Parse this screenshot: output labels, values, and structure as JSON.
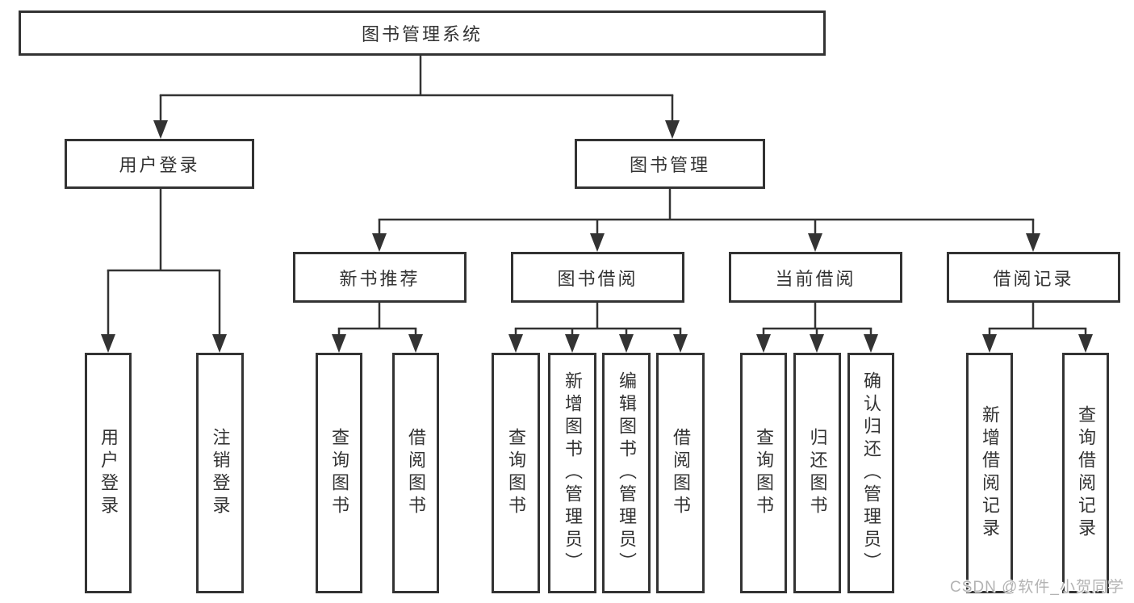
{
  "diagram": {
    "title": "图书管理系统",
    "level2": [
      {
        "label": "用户登录"
      },
      {
        "label": "图书管理"
      }
    ],
    "level3": [
      {
        "label": "新书推荐"
      },
      {
        "label": "图书借阅"
      },
      {
        "label": "当前借阅"
      },
      {
        "label": "借阅记录"
      }
    ],
    "level4": {
      "user_login": [
        {
          "label": "用户登录"
        },
        {
          "label": "注销登录"
        }
      ],
      "new_books": [
        {
          "label": "查询图书"
        },
        {
          "label": "借阅图书"
        }
      ],
      "book_borrow": [
        {
          "label": "查询图书"
        },
        {
          "label": "新增图书（管理员）"
        },
        {
          "label": "编辑图书（管理员）"
        },
        {
          "label": "借阅图书"
        }
      ],
      "current_borrow": [
        {
          "label": "查询图书"
        },
        {
          "label": "归还图书"
        },
        {
          "label": "确认归还（管理员）"
        }
      ],
      "borrow_records": [
        {
          "label": "新增借阅记录"
        },
        {
          "label": "查询借阅记录"
        }
      ]
    }
  },
  "watermark": "CSDN @软件_小贺同学",
  "colors": {
    "line": "#333333",
    "text": "#333333",
    "box_background": "#ffffff",
    "watermark": "#b3b3b3",
    "background": "#ffffff"
  }
}
